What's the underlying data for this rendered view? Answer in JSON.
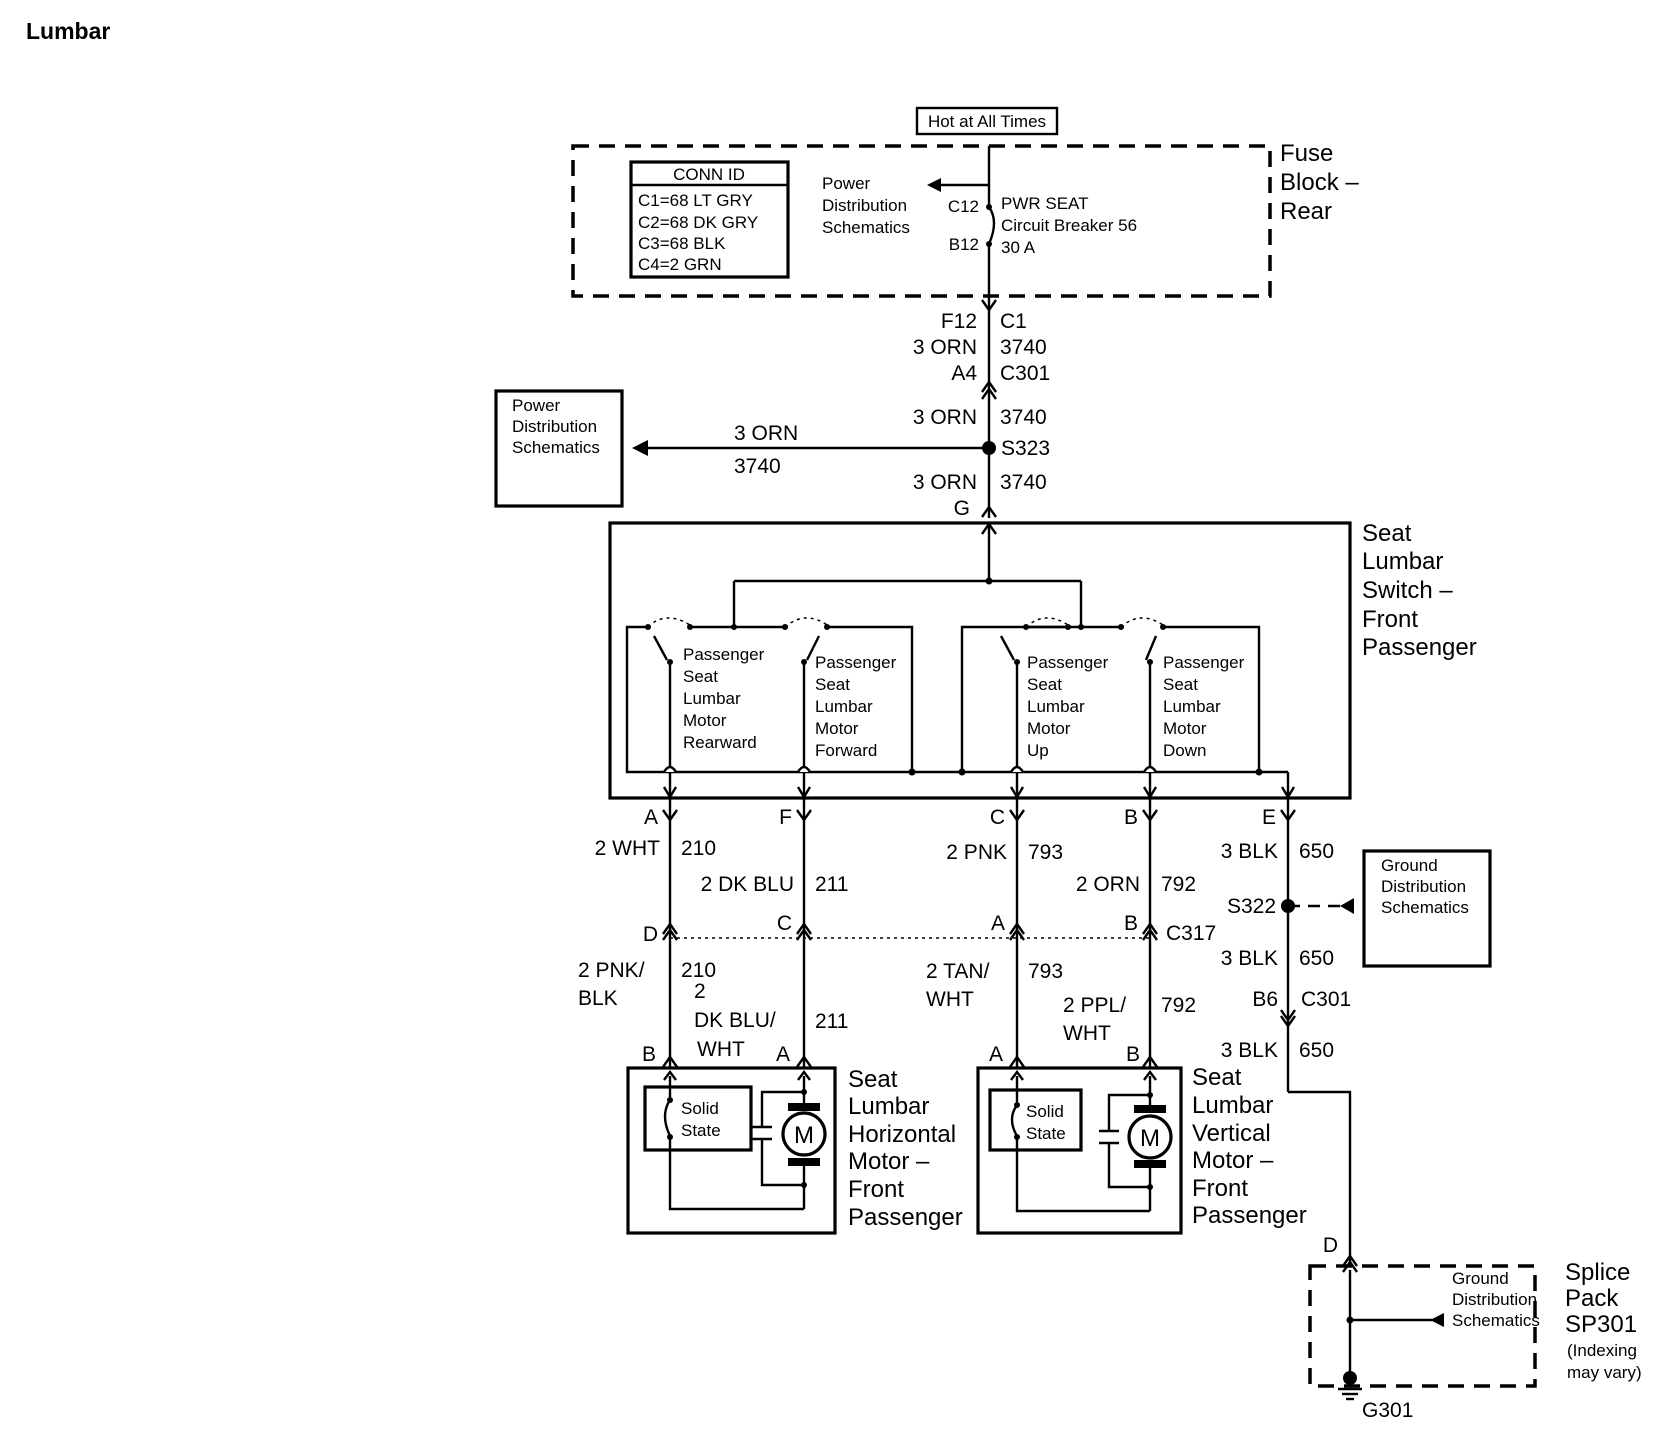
{
  "page_title": "Lumbar",
  "hot_label": "Hot at All Times",
  "fuse_block": {
    "name": "Fuse Block – Rear",
    "name_lines": [
      "Fuse",
      "Block –",
      "Rear"
    ],
    "conn_id": {
      "header": "CONN ID",
      "rows": [
        "C1=68 LT GRY",
        "C2=68 DK GRY",
        "C3=68 BLK",
        "C4=2 GRN"
      ]
    },
    "power_dist_lines": [
      "Power",
      "Distribution",
      "Schematics"
    ],
    "pin_top": "C12",
    "pin_bottom": "B12",
    "breaker_lines": [
      "PWR SEAT",
      "Circuit Breaker 56",
      "30 A"
    ]
  },
  "feed": {
    "conn1_left": "F12",
    "conn1_right": "C1",
    "wire1_color": "3 ORN",
    "wire1_circuit": "3740",
    "conn2_left": "A4",
    "conn2_right": "C301",
    "wire2_color": "3 ORN",
    "wire2_circuit": "3740",
    "splice": "S323",
    "branch_color": "3 ORN",
    "branch_circuit": "3740",
    "wire3_color": "3 ORN",
    "wire3_circuit": "3740",
    "switch_pin": "G"
  },
  "power_dist_box_lines": [
    "Power",
    "Distribution",
    "Schematics"
  ],
  "switch_module": {
    "name_lines": [
      "Seat",
      "Lumbar",
      "Switch –",
      "Front",
      "Passenger"
    ],
    "switches": [
      {
        "lines": [
          "Passenger",
          "Seat",
          "Lumbar",
          "Motor",
          "Rearward"
        ]
      },
      {
        "lines": [
          "Passenger",
          "Seat",
          "Lumbar",
          "Motor",
          "Forward"
        ]
      },
      {
        "lines": [
          "Passenger",
          "Seat",
          "Lumbar",
          "Motor",
          "Up"
        ]
      },
      {
        "lines": [
          "Passenger",
          "Seat",
          "Lumbar",
          "Motor",
          "Down"
        ]
      }
    ]
  },
  "outputs": {
    "pins": [
      "A",
      "F",
      "C",
      "B",
      "E"
    ],
    "w1_color": "2 WHT",
    "w1_circuit": "210",
    "w2_color": "2 DK BLU",
    "w2_circuit": "211",
    "w3_color": "2 PNK",
    "w3_circuit": "793",
    "w4_color": "2 ORN",
    "w4_circuit": "792",
    "w5_color": "3 BLK",
    "w5_circuit": "650",
    "c317_pins": [
      "D",
      "C",
      "A",
      "B"
    ],
    "c317_name": "C317",
    "splice_s322": "S322",
    "ground_box_lines": [
      "Ground",
      "Distribution",
      "Schematics"
    ],
    "w5b_color": "3 BLK",
    "w5b_circuit": "650",
    "c301_pin": "B6",
    "c301_name": "C301",
    "w5c_color": "3 BLK",
    "w5c_circuit": "650",
    "lw1_color_lines": [
      "2 PNK/",
      "BLK"
    ],
    "lw1_circuit": "210",
    "lw2_color_lines": [
      "2",
      "DK BLU/",
      "WHT"
    ],
    "lw2_circuit": "211",
    "lw3_color_lines": [
      "2 TAN/",
      "WHT"
    ],
    "lw3_circuit": "793",
    "lw4_color_lines": [
      "2 PPL/",
      "WHT"
    ],
    "lw4_circuit": "792",
    "motor_pins": [
      "B",
      "A",
      "A",
      "B"
    ]
  },
  "horizontal_motor": {
    "name_lines": [
      "Seat",
      "Lumbar",
      "Horizontal",
      "Motor –",
      "Front",
      "Passenger"
    ],
    "solid_state_lines": [
      "Solid",
      "State"
    ],
    "motor_symbol": "M"
  },
  "vertical_motor": {
    "name_lines": [
      "Seat",
      "Lumbar",
      "Vertical",
      "Motor –",
      "Front",
      "Passenger"
    ],
    "solid_state_lines": [
      "Solid",
      "State"
    ],
    "motor_symbol": "M"
  },
  "splice_pack": {
    "pin": "D",
    "name_lines": [
      "Splice",
      "Pack",
      "SP301",
      "(Indexing",
      "may vary)"
    ],
    "ground_dist_lines": [
      "Ground",
      "Distribution",
      "Schematics"
    ],
    "ground": "G301"
  }
}
